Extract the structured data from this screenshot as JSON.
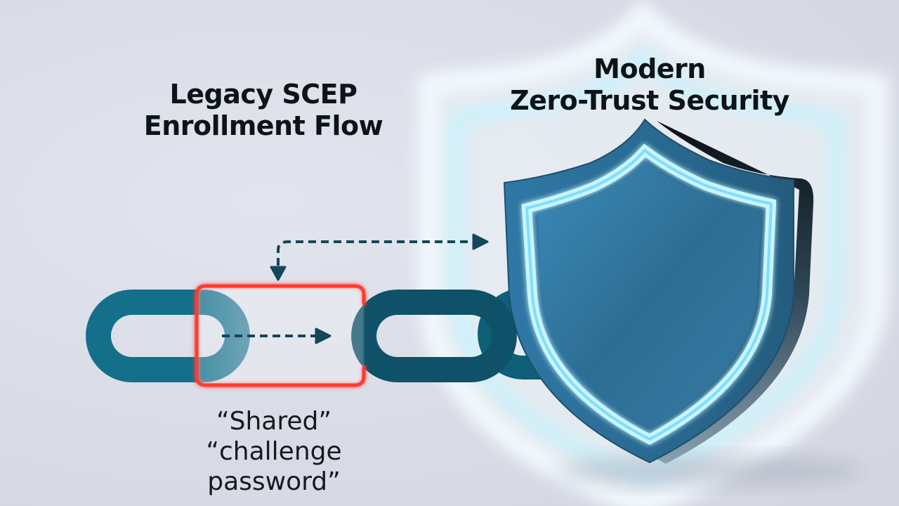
{
  "left_panel": {
    "title_line1": "Legacy SCEP",
    "title_line2": "Enrollment Flow",
    "caption_line1": "“Shared”",
    "caption_line2": "“challenge",
    "caption_line3": "password”"
  },
  "right_panel": {
    "title_line1": "Modern",
    "title_line2": "Zero-Trust Security"
  },
  "elements": {
    "chain_links": [
      "left-link",
      "broken-link-gap",
      "right-link",
      "link-behind-shield"
    ],
    "highlight_box": "weak-link-highlight",
    "arrows": [
      "flow-arrow-inner",
      "redirect-arrow-to-shield"
    ],
    "shield": "zero-trust-shield-icon"
  },
  "colors": {
    "background": "#d9dce6",
    "chain_left": "#136f8a",
    "chain_right": "#0f5168",
    "highlight": "#ff3b30",
    "arrow": "#15465a",
    "shield_face": "#2f6f95",
    "shield_glow": "#bff3ff",
    "text": "#0d1418"
  }
}
